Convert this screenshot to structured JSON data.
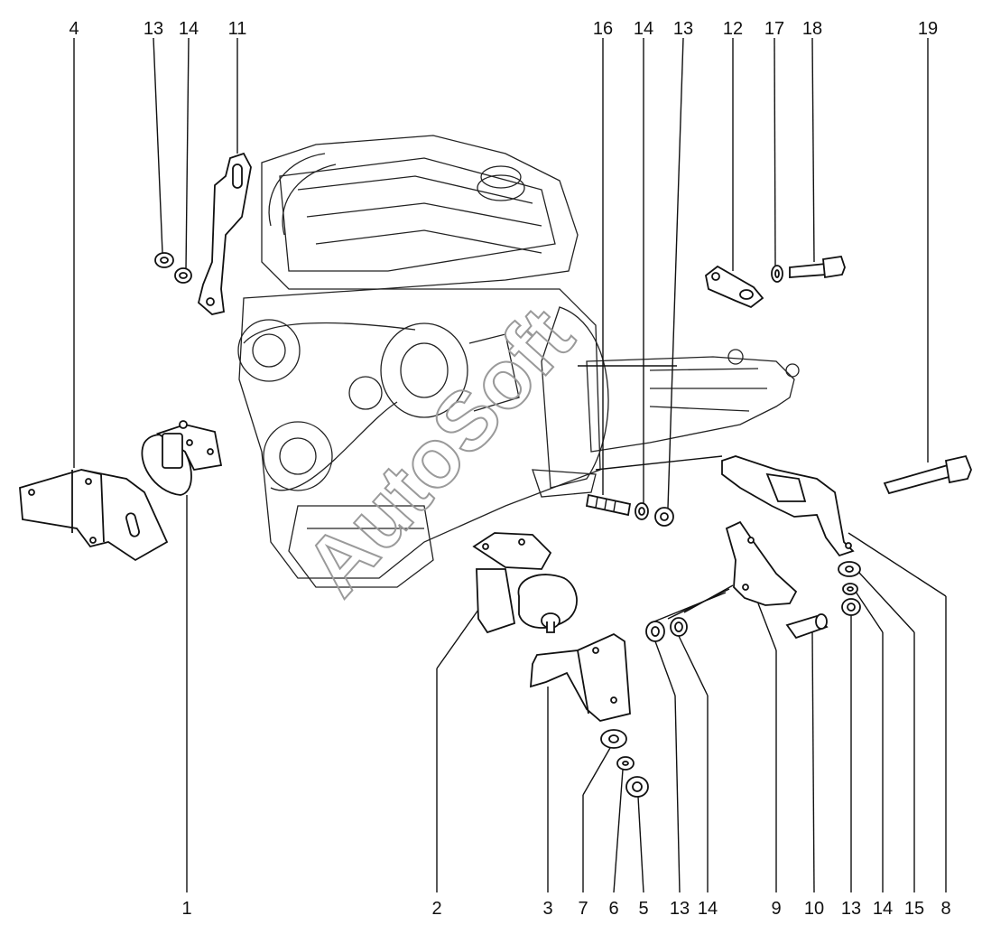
{
  "diagram": {
    "watermark": "AutoSoft",
    "callouts_top": [
      "4",
      "13",
      "14",
      "11",
      "16",
      "14",
      "13",
      "12",
      "17",
      "18",
      "19"
    ],
    "callouts_bottom": [
      "1",
      "2",
      "3",
      "7",
      "6",
      "5",
      "13",
      "14",
      "9",
      "10",
      "13",
      "14",
      "15",
      "8"
    ]
  },
  "colors": {
    "line": "#111111",
    "paper": "#ffffff",
    "watermark": "#9a9a9a"
  }
}
